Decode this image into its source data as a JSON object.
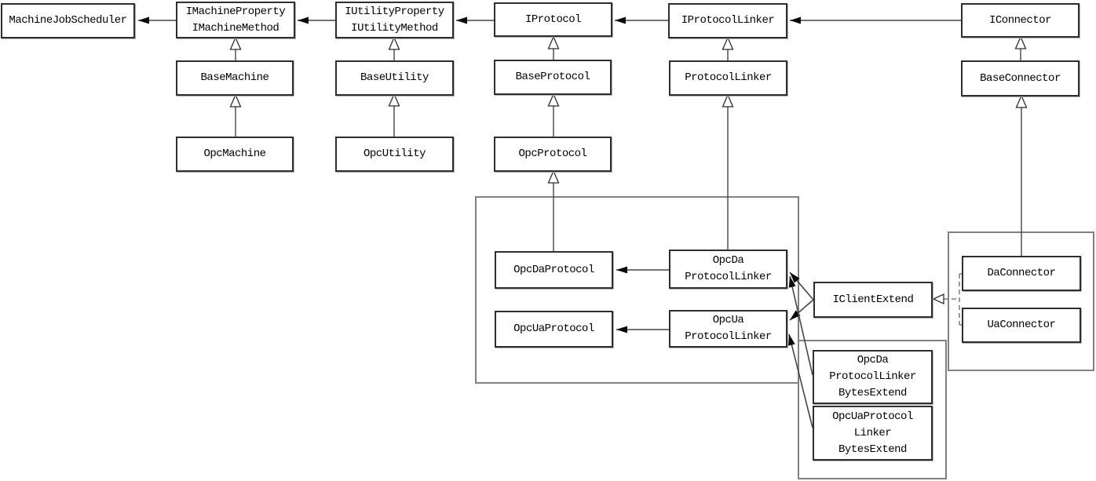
{
  "diagram": {
    "type": "uml-class-diagram",
    "background_color": "#ffffff",
    "line_color": "#454545",
    "container_border_color": "#808080",
    "text_color": "#000000",
    "nodes": {
      "machineJobScheduler": {
        "label": "MachineJobScheduler"
      },
      "iMachinePropertyMethod": {
        "label": "IMachineProperty\nIMachineMethod"
      },
      "iUtilityPropertyMethod": {
        "label": "IUtilityProperty\nIUtilityMethod"
      },
      "iProtocol": {
        "label": "IProtocol"
      },
      "iProtocolLinker": {
        "label": "IProtocolLinker"
      },
      "iConnector": {
        "label": "IConnector"
      },
      "baseMachine": {
        "label": "BaseMachine"
      },
      "baseUtility": {
        "label": "BaseUtility"
      },
      "baseProtocol": {
        "label": "BaseProtocol"
      },
      "protocolLinker": {
        "label": "ProtocolLinker"
      },
      "baseConnector": {
        "label": "BaseConnector"
      },
      "opcMachine": {
        "label": "OpcMachine"
      },
      "opcUtility": {
        "label": "OpcUtility"
      },
      "opcProtocol": {
        "label": "OpcProtocol"
      },
      "opcDaProtocol": {
        "label": "OpcDaProtocol"
      },
      "opcUaProtocol": {
        "label": "OpcUaProtocol"
      },
      "opcDaProtocolLinker": {
        "label": "OpcDa\nProtocolLinker"
      },
      "opcUaProtocolLinker": {
        "label": "OpcUa\nProtocolLinker"
      },
      "iClientExtend": {
        "label": "IClientExtend"
      },
      "daConnector": {
        "label": "DaConnector"
      },
      "uaConnector": {
        "label": "UaConnector"
      },
      "opcDaProtocolLinkerBytesExtend": {
        "label": "OpcDa\nProtocolLinker\nBytesExtend"
      },
      "opcUaProtocolLinkerBytesExtend": {
        "label": "OpcUaProtocol\nLinker\nBytesExtend"
      }
    },
    "edges": [
      {
        "from": "IMachineProperty/IMachineMethod",
        "to": "MachineJobScheduler",
        "type": "association-arrow"
      },
      {
        "from": "IUtilityProperty/IUtilityMethod",
        "to": "IMachineProperty/IMachineMethod",
        "type": "association-arrow"
      },
      {
        "from": "IProtocol",
        "to": "IUtilityProperty/IUtilityMethod",
        "type": "association-arrow"
      },
      {
        "from": "IProtocolLinker",
        "to": "IProtocol",
        "type": "association-arrow"
      },
      {
        "from": "IConnector",
        "to": "IProtocolLinker",
        "type": "association-arrow"
      },
      {
        "from": "BaseMachine",
        "to": "IMachineProperty/IMachineMethod",
        "type": "generalization"
      },
      {
        "from": "BaseUtility",
        "to": "IUtilityProperty/IUtilityMethod",
        "type": "generalization"
      },
      {
        "from": "BaseProtocol",
        "to": "IProtocol",
        "type": "generalization"
      },
      {
        "from": "ProtocolLinker",
        "to": "IProtocolLinker",
        "type": "generalization"
      },
      {
        "from": "BaseConnector",
        "to": "IConnector",
        "type": "generalization"
      },
      {
        "from": "OpcMachine",
        "to": "BaseMachine",
        "type": "generalization"
      },
      {
        "from": "OpcUtility",
        "to": "BaseUtility",
        "type": "generalization"
      },
      {
        "from": "OpcProtocol",
        "to": "BaseProtocol",
        "type": "generalization"
      },
      {
        "from": "OpcDaProtocol",
        "to": "OpcProtocol",
        "type": "generalization"
      },
      {
        "from": "OpcDaProtocolLinker",
        "to": "ProtocolLinker",
        "type": "generalization"
      },
      {
        "from": "DaConnector",
        "to": "BaseConnector",
        "type": "generalization"
      },
      {
        "from": "OpcDaProtocolLinker",
        "to": "OpcDaProtocol",
        "type": "association-arrow"
      },
      {
        "from": "OpcUaProtocolLinker",
        "to": "OpcUaProtocol",
        "type": "association-arrow"
      },
      {
        "from": "IClientExtend",
        "to": "OpcDaProtocolLinker",
        "type": "association-arrow"
      },
      {
        "from": "IClientExtend",
        "to": "OpcUaProtocolLinker",
        "type": "association-arrow"
      },
      {
        "from": "OpcDaProtocolLinkerBytesExtend",
        "to": "OpcDaProtocolLinker",
        "type": "association-arrow"
      },
      {
        "from": "OpcUaProtocolLinkerBytesExtend",
        "to": "OpcUaProtocolLinker",
        "type": "association-arrow"
      },
      {
        "from": "DaConnector",
        "to": "IClientExtend",
        "type": "realization-dashed"
      },
      {
        "from": "UaConnector",
        "to": "IClientExtend",
        "type": "realization-dashed"
      }
    ]
  }
}
